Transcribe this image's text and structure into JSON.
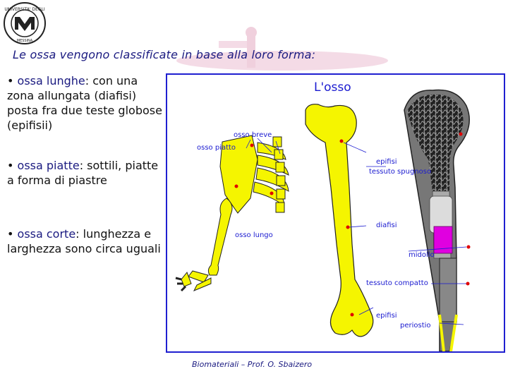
{
  "heading": "Le ossa vengono classificate in base alla loro forma:",
  "paragraphs": {
    "long": {
      "term": "ossa lunghe",
      "text": ": con una zona allungata (diafisi) posta fra due teste globose (epifisii)"
    },
    "flat": {
      "term": "ossa piatte",
      "text": ": sottili, piatte a forma di piastre"
    },
    "short": {
      "term": "ossa corte",
      "text": ": lunghezza e larghezza sono circa uguali"
    }
  },
  "figure": {
    "title": "L'osso",
    "labels": {
      "osso_breve": "osso breve",
      "osso_piatto": "osso piatto",
      "osso_lungo": "osso lungo",
      "epifisi_top": "epifisi",
      "tessuto_spugnoso": "tessuto spugnoso",
      "diafisi": "diafisi",
      "midollo": "midollo",
      "tessuto_compatto": "tessuto compatto",
      "epifisi_bottom": "epifisi",
      "periostio": "periostio"
    },
    "colors": {
      "bone": "#f5f500",
      "border": "#1f1fd0",
      "label": "#1a1ad0",
      "marrow": "#e000e0",
      "dot": "#e00000"
    }
  },
  "footer": "Biomateriali – Prof. O. Sbaizero"
}
